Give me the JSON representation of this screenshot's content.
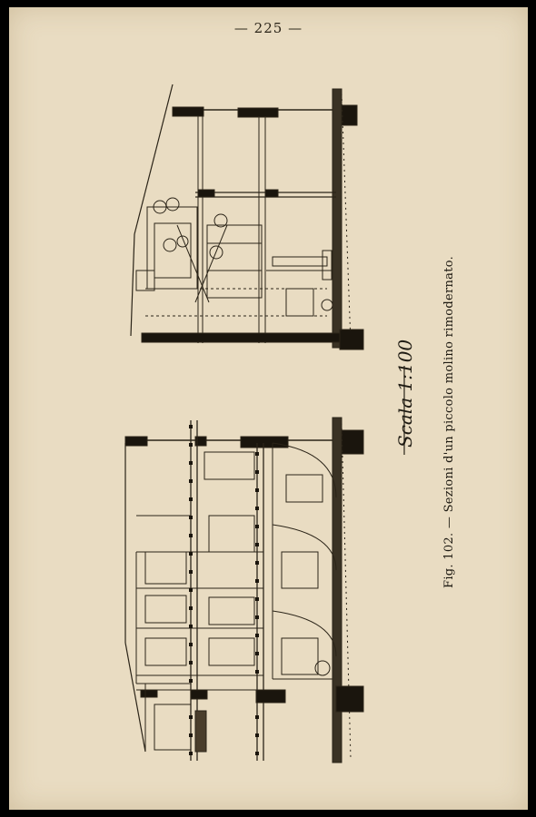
{
  "page": {
    "number": "— 225 —"
  },
  "figure": {
    "caption": "Fig. 102. — Sezioni d'un piccolo molino rimodernato.",
    "scale_label": "Scala 1:100"
  }
}
